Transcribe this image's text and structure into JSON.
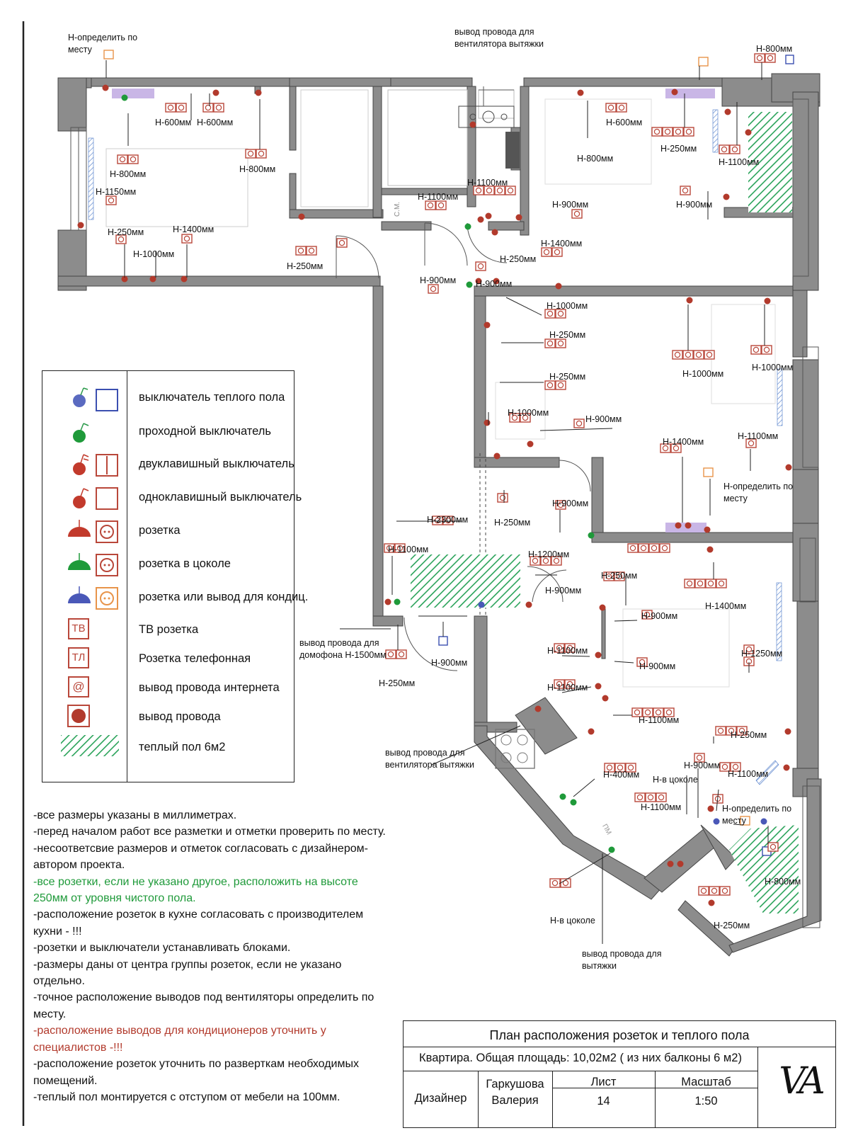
{
  "plan_labels": {
    "top_left_place": "Н-определить по месту",
    "top_vent": "вывод провода для вентилятора вытяжки",
    "h800_top_right": "Н-800мм",
    "h600_a": "Н-600мм",
    "h600_b": "Н-600мм",
    "h600_c": "Н-600мм",
    "h800_left": "Н-800мм",
    "h800_mid": "Н-800мм",
    "h800_right": "Н-800мм",
    "h250_top_right": "Н-250мм",
    "h1100_top_right": "Н-1100мм",
    "h1150": "Н-1150мм",
    "h1100_bath": "Н-1100мм",
    "h1100_kitchen_top": "Н-1100мм",
    "h900_a": "Н-900мм",
    "h900_b": "Н-900мм",
    "h250_left": "Н-250мм",
    "h1400_left": "Н-1400мм",
    "h1000_left": "Н-1000мм",
    "h250_hall": "Н-250мм",
    "h1400_mid": "Н-1400мм",
    "h250_mid": "Н-250мм",
    "h900_corridor": "Н-900мм",
    "h900_corridor2": "Н-900мм",
    "h1000_r1": "Н-1000мм",
    "h250_r1": "Н-250мм",
    "h250_r2": "Н-250мм",
    "h1000_r3": "Н-1000мм",
    "h1000_r4": "Н-1000мм",
    "h1000_r5": "Н-1000мм",
    "h900_r6": "Н-900мм",
    "h1400_r7": "Н-1400мм",
    "h1100_r8": "Н-1100мм",
    "place_r9": "Н-определить по месту",
    "h900_r10": "Н-900мм",
    "h250_r11": "Н-250мм",
    "h2300": "Н-2300мм",
    "h1100_entry": "Н-1100мм",
    "h1200": "Н-1200мм",
    "h900_k1": "Н-900мм",
    "h250_k2": "Н-250мм",
    "h900_k3": "Н-900мм",
    "h1400_k4": "Н-1400мм",
    "intercom": "вывод провода для домофона Н-1500мм",
    "h250_entry": "Н-250мм",
    "h900_entry": "Н-900мм",
    "h1100_k5": "Н-1100мм",
    "h900_k6": "Н-900мм",
    "h1250": "Н-1250мм",
    "h1100_k7": "Н-1100мм",
    "h1100_k8": "Н-1100мм",
    "h250_k9": "Н-250мм",
    "vent_mid": "вывод провода для вентилятора вытяжки",
    "h400": "Н-400мм",
    "h900_k10": "Н-900мм",
    "plinth_1": "Н-в цоколе",
    "h1100_k11": "Н-1100мм",
    "h1100_k12": "Н-1100мм",
    "place_k13": "Н-определить по месту",
    "h800_k14": "Н-800мм",
    "plinth_2": "Н-в цоколе",
    "h250_k15": "Н-250мм",
    "vent_bottom": "вывод провода для вытяжки",
    "cm_label": "С.М.",
    "pm_label": "ПМ"
  },
  "legend": {
    "items": [
      {
        "icon": "heated-floor-switch-icon",
        "text": "выключатель теплого пола"
      },
      {
        "icon": "pass-through-switch-icon",
        "text": "проходной выключатель"
      },
      {
        "icon": "two-key-switch-icon",
        "text": "двуклавишный выключатель"
      },
      {
        "icon": "one-key-switch-icon",
        "text": "одноклавишный выключатель"
      },
      {
        "icon": "socket-icon",
        "text": "розетка"
      },
      {
        "icon": "plinth-socket-icon",
        "text": "розетка в цоколе"
      },
      {
        "icon": "ac-socket-icon",
        "text": "розетка или вывод для кондиц."
      },
      {
        "icon": "tv-socket-icon",
        "text": "ТВ розетка",
        "glyph": "ТВ"
      },
      {
        "icon": "phone-socket-icon",
        "text": "Розетка телефонная",
        "glyph": "ТЛ"
      },
      {
        "icon": "internet-icon",
        "text": "вывод провода интернета",
        "glyph": "@"
      },
      {
        "icon": "wire-outlet-icon",
        "text": "вывод провода"
      },
      {
        "icon": "heated-floor-icon",
        "text": "теплый пол 6м2"
      }
    ]
  },
  "notes": [
    {
      "text": "-все размеры указаны в миллиметрах.",
      "color": "normal"
    },
    {
      "text": "-перед началом работ все разметки и отметки проверить по месту.",
      "color": "normal"
    },
    {
      "text": "-несоответсвие размеров и отметок согласовать с дизайнером-",
      "color": "normal"
    },
    {
      "text": "автором проекта.",
      "color": "normal"
    },
    {
      "text": "-все розетки, если не указано другое, расположить на высоте",
      "color": "green"
    },
    {
      "text": "250мм от уровня чистого пола.",
      "color": "green"
    },
    {
      "text": "-расположение розеток в кухне согласовать с производителем",
      "color": "normal"
    },
    {
      "text": "кухни - !!!",
      "color": "normal"
    },
    {
      "text": "-розетки и выключатели устанавливать блоками.",
      "color": "normal"
    },
    {
      "text": "-размеры даны от центра группы розеток, если не указано",
      "color": "normal"
    },
    {
      "text": "отдельно.",
      "color": "normal"
    },
    {
      "text": "-точное расположение выводов под вентиляторы определить по",
      "color": "normal"
    },
    {
      "text": "месту.",
      "color": "normal"
    },
    {
      "text": "-расположение выводов для кондиционеров уточнить у",
      "color": "red"
    },
    {
      "text": "специалистов -!!!",
      "color": "red"
    },
    {
      "text": "-расположение розеток уточнить по разверткам необходимых",
      "color": "normal"
    },
    {
      "text": "помещений.",
      "color": "normal"
    },
    {
      "text": "-теплый пол монтируется с отступом от мебели на 100мм.",
      "color": "normal"
    }
  ],
  "title_block": {
    "title": "План расположения розеток и теплого пола",
    "subtitle": "Квартира. Общая площадь: 10,02м2 ( из них балконы 6 м2)",
    "designer_label": "Дизайнер",
    "designer_name_1": "Гаркушова",
    "designer_name_2": "Валерия",
    "sheet_label": "Лист",
    "sheet_value": "14",
    "scale_label": "Масштаб",
    "scale_value": "1:50",
    "logo_text": "VA"
  },
  "colors": {
    "wall": "#8c8c8c",
    "socket": "#b9473a",
    "heated_floor": "#1f9a3a",
    "switch_blue": "#3b4fb0",
    "ac_orange": "#e8944a"
  }
}
